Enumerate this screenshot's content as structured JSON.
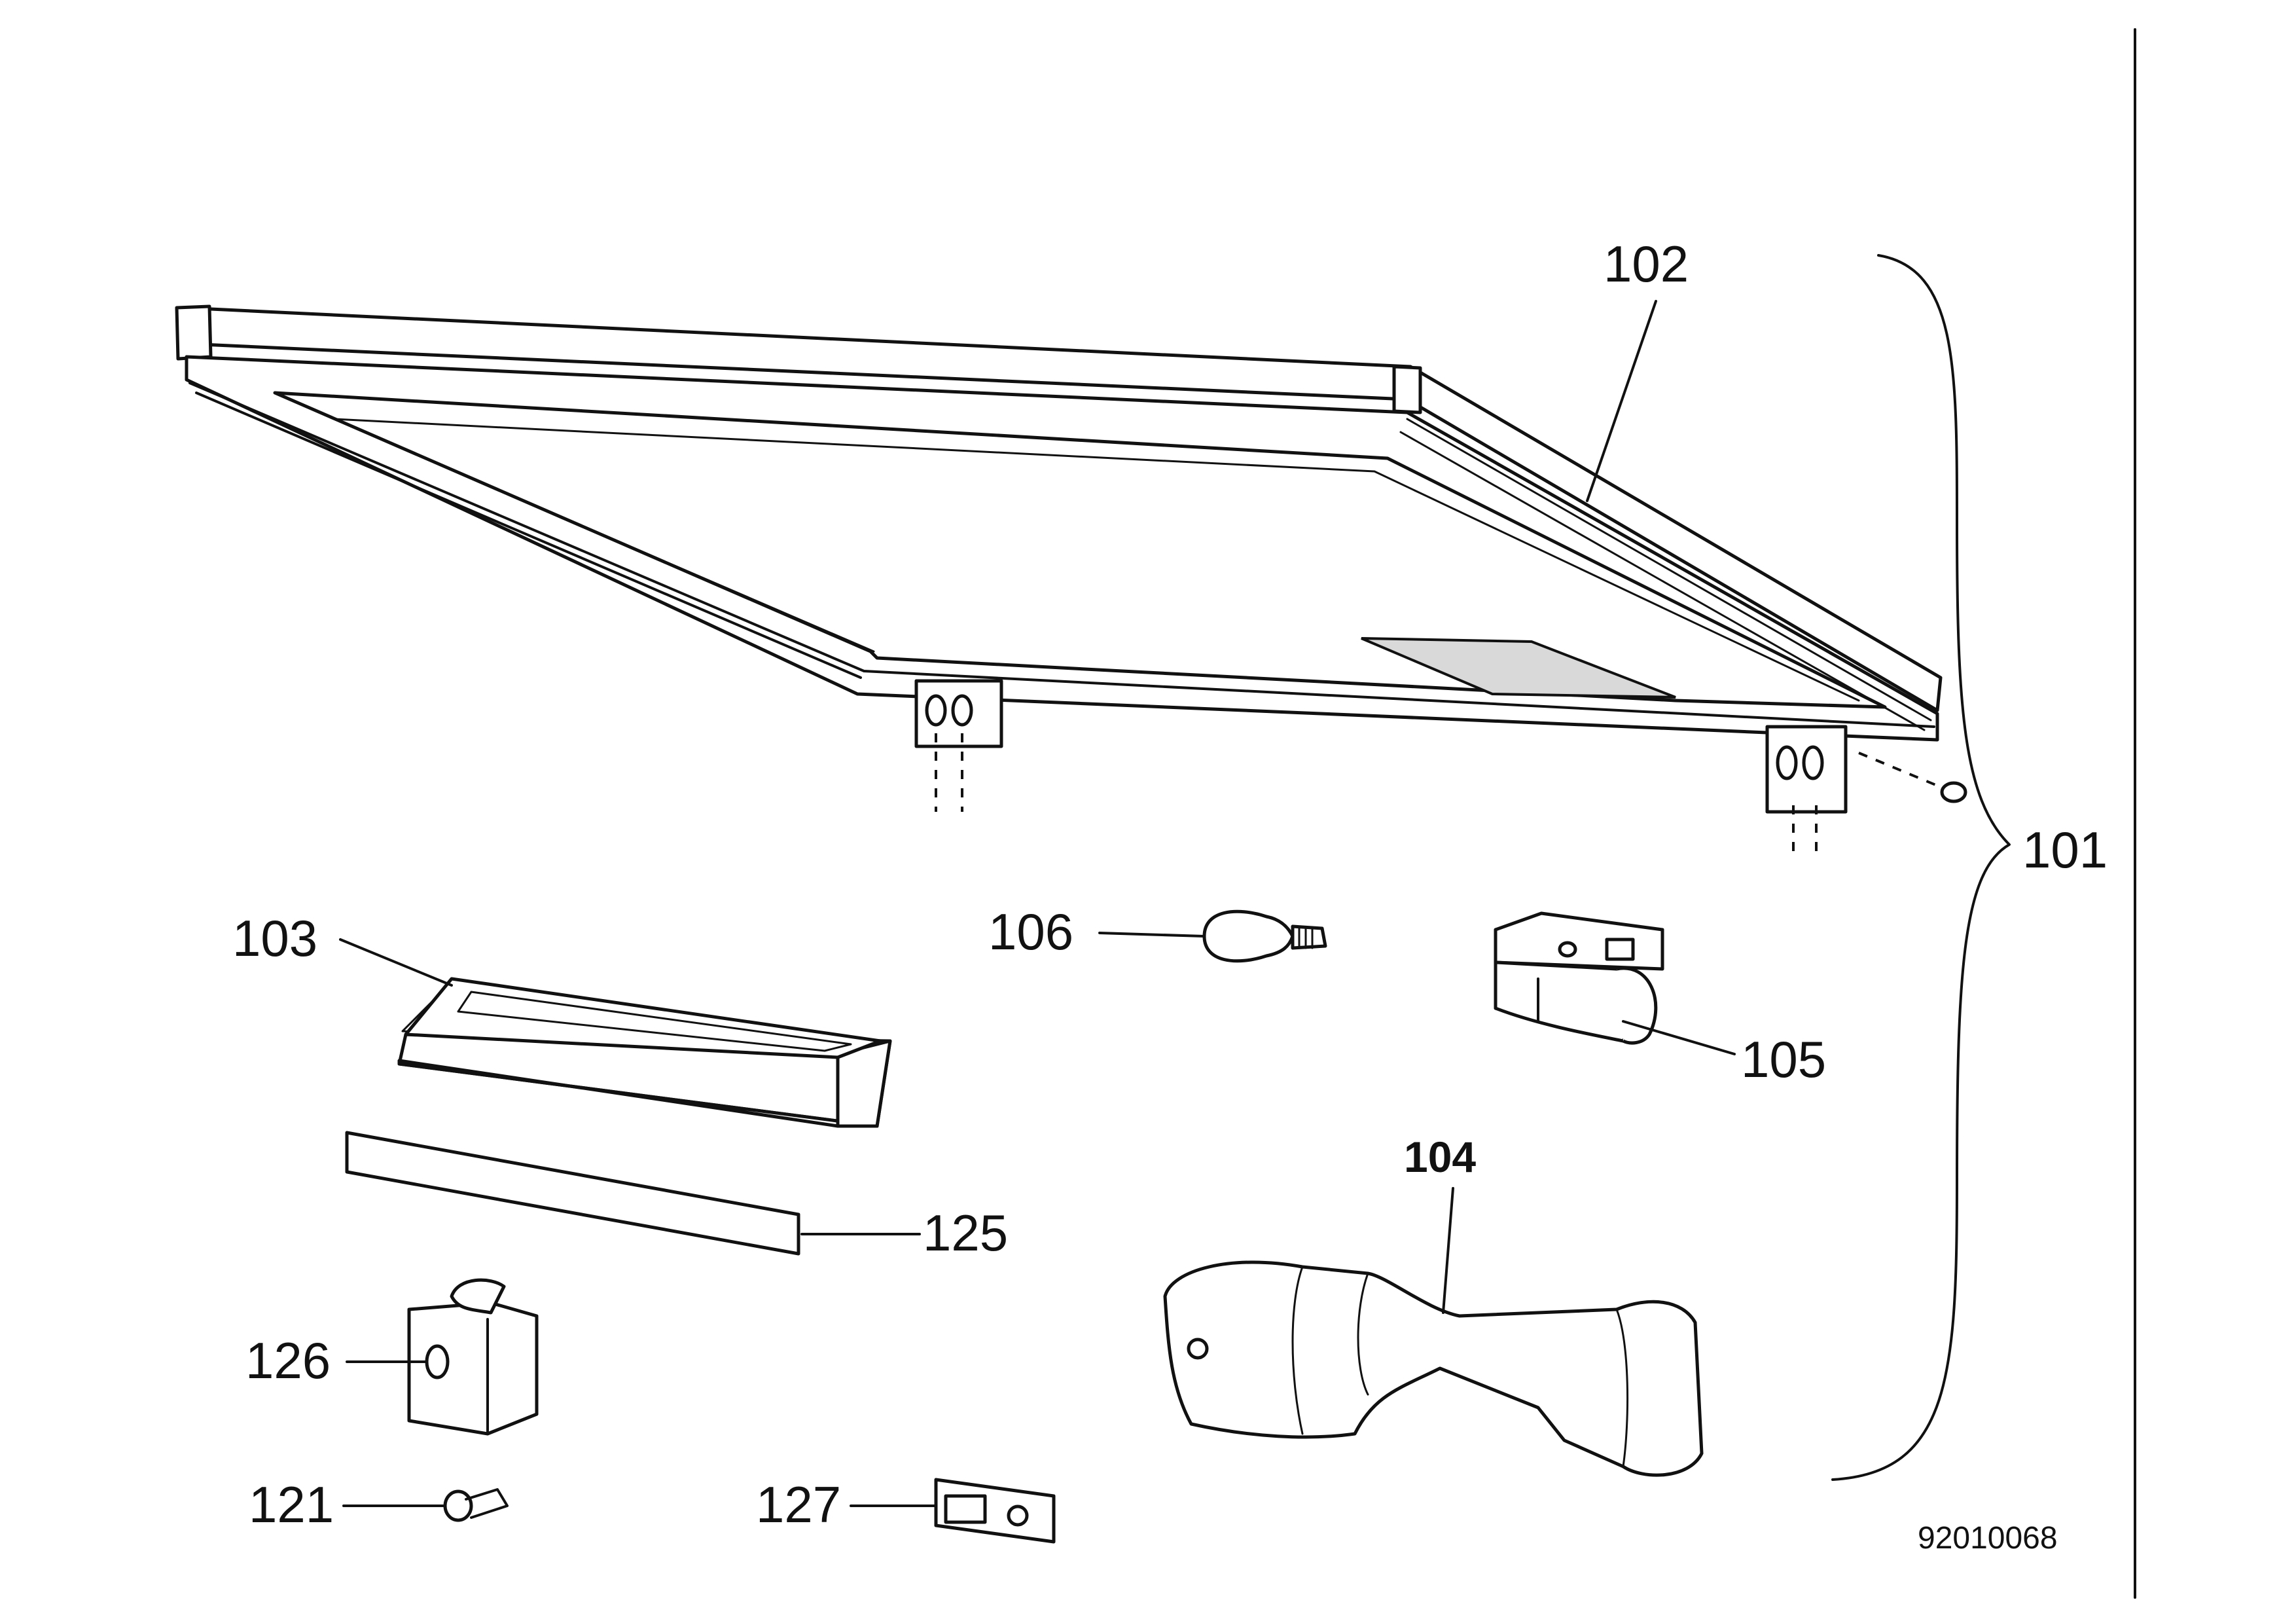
{
  "diagram": {
    "type": "exploded-parts-view",
    "document_number": "92010068",
    "labels": {
      "assembly": "101",
      "frame": "102",
      "light_cover": "103",
      "handle": "104",
      "lamp_holder": "105",
      "bulb": "106",
      "clip": "121",
      "strip": "125",
      "switch_block": "126",
      "small_catch": "127"
    }
  }
}
